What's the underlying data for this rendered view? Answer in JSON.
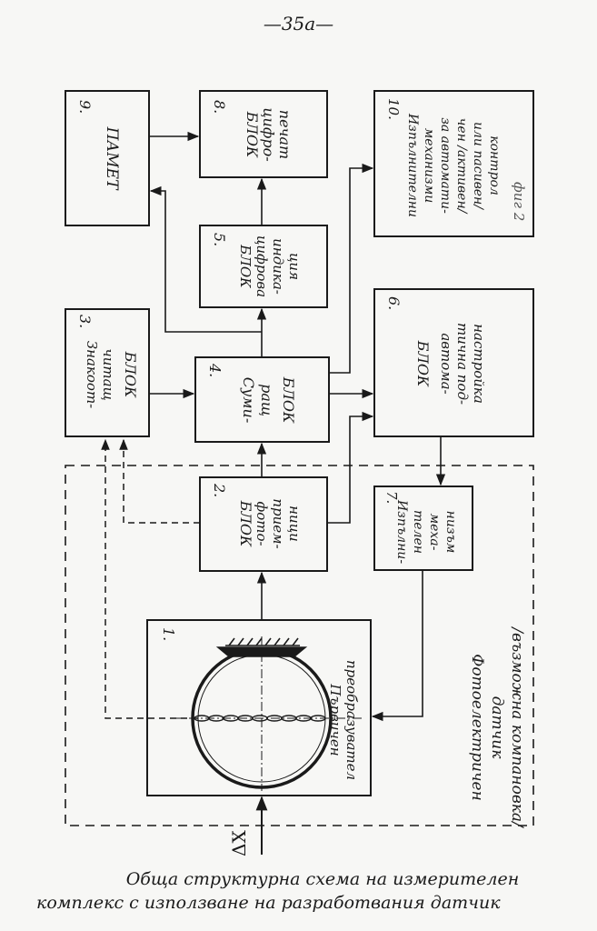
{
  "page_number": "—35a—",
  "side_note": "фиг 2",
  "input_label": "ΔX",
  "blocks": {
    "b1": {
      "number": "1.",
      "lines": [
        "Първичен",
        "преобразувател"
      ]
    },
    "b2": {
      "number": "2.",
      "lines": [
        "БЛОК",
        "фото-",
        "прием-",
        "ници"
      ]
    },
    "b3": {
      "number": "3.",
      "lines": [
        "Знакоот-",
        "читащ",
        "БЛОК"
      ]
    },
    "b4": {
      "number": "4.",
      "lines": [
        "Суми-",
        "ращ",
        "БЛОК"
      ]
    },
    "b5": {
      "number": "5.",
      "lines": [
        "БЛОК",
        "цифрова",
        "индика-",
        "ция"
      ]
    },
    "b6": {
      "number": "6.",
      "lines": [
        "БЛОК",
        "автома-",
        "тична под-",
        "настройка"
      ]
    },
    "b7": {
      "number": "7.",
      "lines": [
        "Изпълни-",
        "телен",
        "меха-",
        "низъм"
      ]
    },
    "b8": {
      "number": "8.",
      "lines": [
        "БЛОК",
        "цифро-",
        "печат"
      ]
    },
    "b9": {
      "number": "9.",
      "lines": [
        "ПАМЕТ"
      ]
    },
    "b10": {
      "number": "10.",
      "lines": [
        "Изпълнителни",
        "механизми",
        "за автомати-",
        "чен /активен/",
        "или пасивен/",
        "контрол"
      ]
    }
  },
  "sensor_label": [
    "Фотоелектричен",
    "датчик",
    "/възможна компановка/"
  ],
  "caption": {
    "line1": "Обща структурна схема на  измерителен",
    "line2": "комплекс с използване на разработвания датчик"
  }
}
